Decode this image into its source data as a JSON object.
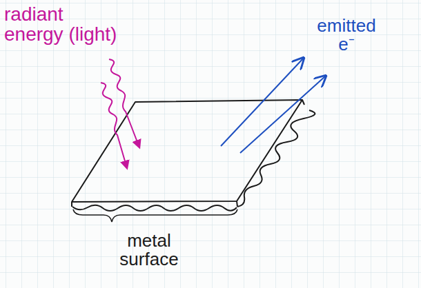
{
  "diagram": {
    "labels": [
      "radiant energy (light)",
      "emitted e⁻",
      "metal surface"
    ]
  }
}
